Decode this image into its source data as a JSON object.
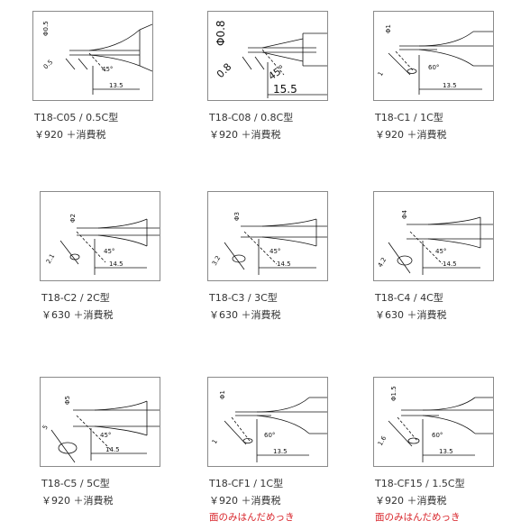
{
  "products": [
    {
      "model": "T18-C05 / 0.5C型",
      "price": "￥920 ＋消費税",
      "note": "",
      "dims": {
        "diameter": "Φ0.5",
        "face": "0.5",
        "angle": "45°",
        "length": "13.5"
      }
    },
    {
      "model": "T18-C08 / 0.8C型",
      "price": "￥920 ＋消費税",
      "note": "",
      "dims": {
        "diameter": "Φ0.8",
        "face": "0.8",
        "angle": "45°",
        "length": "15.5"
      }
    },
    {
      "model": "T18-C1 / 1C型",
      "price": "￥920 ＋消費税",
      "note": "",
      "dims": {
        "diameter": "Φ1",
        "face": "1",
        "angle": "60°",
        "length": "13.5"
      }
    },
    {
      "model": "T18-C2 / 2C型",
      "price": "￥630 ＋消費税",
      "note": "",
      "dims": {
        "diameter": "Φ2",
        "face": "2.1",
        "angle": "45°",
        "length": "14.5"
      }
    },
    {
      "model": "T18-C3 / 3C型",
      "price": "￥630 ＋消費税",
      "note": "",
      "dims": {
        "diameter": "Φ3",
        "face": "3.2",
        "angle": "45°",
        "length": "14.5"
      }
    },
    {
      "model": "T18-C4 / 4C型",
      "price": "￥630 ＋消費税",
      "note": "",
      "dims": {
        "diameter": "Φ4",
        "face": "4.2",
        "angle": "45°",
        "length": "14.5"
      }
    },
    {
      "model": "T18-C5 / 5C型",
      "price": "￥920 ＋消費税",
      "note": "",
      "dims": {
        "diameter": "Φ5",
        "face": "5",
        "angle": "45°",
        "length": "14.5"
      }
    },
    {
      "model": "T18-CF1 / 1C型",
      "price": "￥920 ＋消費税",
      "note": "面のみはんだめっき",
      "dims": {
        "diameter": "Φ1",
        "face": "1",
        "angle": "60°",
        "length": "13.5"
      }
    },
    {
      "model": "T18-CF15 / 1.5C型",
      "price": "￥920 ＋消費税",
      "note": "面のみはんだめっき",
      "dims": {
        "diameter": "Φ1.5",
        "face": "1.6",
        "angle": "60°",
        "length": "13.5"
      }
    }
  ],
  "colors": {
    "text": "#333333",
    "note": "#d8242a",
    "frame": "#8a8a8a"
  }
}
